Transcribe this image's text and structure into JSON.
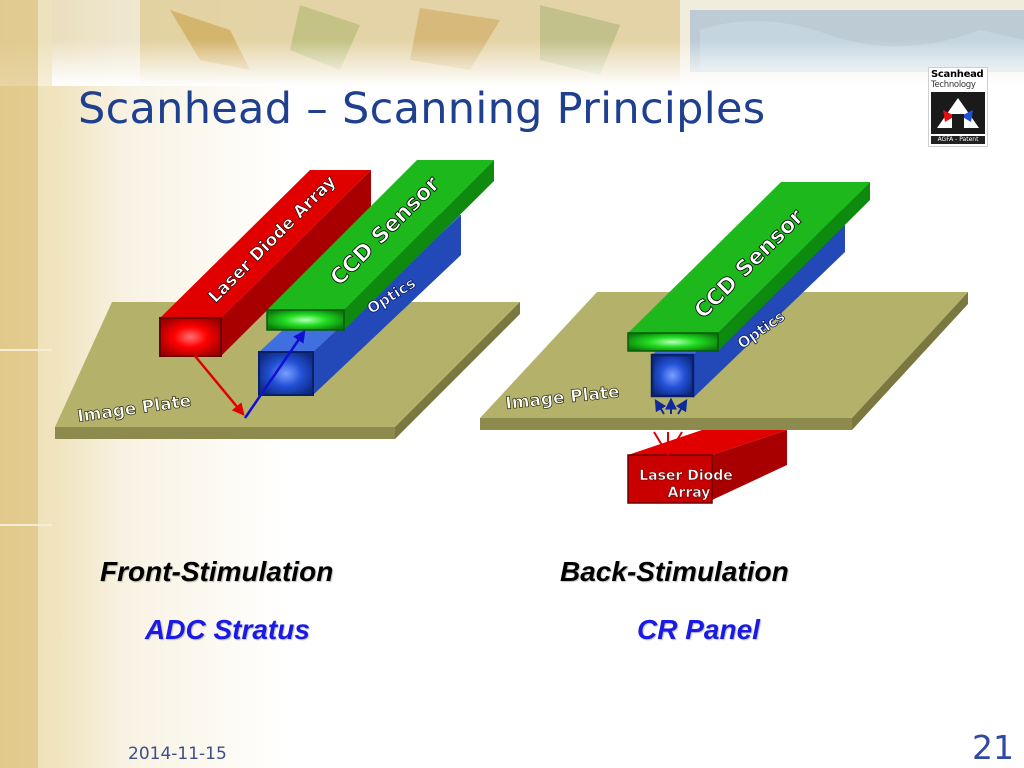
{
  "slide": {
    "title": "Scanhead – Scanning Principles",
    "date": "2014-11-15",
    "page_number": "21"
  },
  "logo": {
    "name_line1": "Scanhead",
    "name_line2": "Technology",
    "footer": "AGFA - Patent"
  },
  "left_diagram": {
    "laser_label": "Laser Diode Array",
    "ccd_label": "CCD Sensor",
    "optics_label": "Optics",
    "plate_label": "Image Plate",
    "method": "Front-Stimulation",
    "product": "ADC Stratus"
  },
  "right_diagram": {
    "ccd_label": "CCD Sensor",
    "optics_label": "Optics",
    "plate_label": "Image Plate",
    "laser_label_line1": "Laser Diode",
    "laser_label_line2": "Array",
    "method": "Back-Stimulation",
    "product": "CR Panel"
  },
  "colors": {
    "title": "#1f3f8f",
    "laser_red": "#e00000",
    "ccd_green": "#18b018",
    "optics_blue": "#2a55cc",
    "plate_olive": "#b4b26a"
  }
}
